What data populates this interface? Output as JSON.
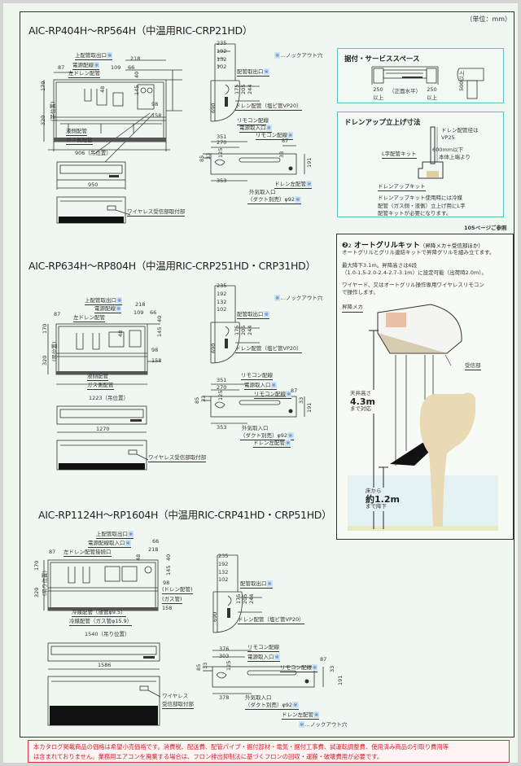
{
  "unit_label": "（単位：mm）",
  "knockout_note": "※…ノックアウト穴",
  "star": "※",
  "sections": [
    {
      "title": "AIC-RP404H〜RP564H（中温用RIC-CRP21HD）",
      "front": {
        "labels": {
          "top_pipe": "上配管取出口",
          "power": "電源配線",
          "left_drain": "左ドレン配管",
          "liquid": "液側配管",
          "gas": "ガス側配管",
          "hang": "(吊位置)"
        },
        "dims": {
          "d218": "218",
          "d109": "109",
          "d66": "66",
          "d87": "87",
          "d40": "40",
          "d145": "145",
          "d48": "48",
          "d98": "98",
          "d158": "158",
          "d170": "170",
          "d320": "320",
          "hang_width": "906（吊位置）"
        }
      },
      "width_view": {
        "width": "950"
      },
      "bottom_view": {
        "wireless_label": "ワイヤレス受信部取付部"
      },
      "side": {
        "dims": {
          "d235": "235",
          "d192": "192",
          "d132": "132",
          "d102": "102",
          "d175": "175",
          "d205": "205",
          "d244": "244",
          "d690": "690"
        },
        "labels": {
          "pipe_outlet": "配管取出口",
          "drain": "ドレン配管（塩ビ管VP20）"
        }
      },
      "top": {
        "dims": {
          "d351": "351",
          "d270": "270",
          "d125": "125",
          "d85": "85",
          "d33a": "33",
          "d87": "87",
          "d33b": "33",
          "d191": "191",
          "d353": "353"
        },
        "labels": {
          "remote": "リモコン配線",
          "power_in": "電源取入口",
          "remote2": "リモコン配線",
          "drain_left": "ドレン左配管",
          "air_in": "外気取入口",
          "duct": "（ダクト別売）φ92"
        }
      }
    },
    {
      "title": "AIC-RP634H〜RP804H（中温用RIC-CRP251HD・CRP31HD）",
      "front": {
        "labels": {
          "top_pipe": "上配管取出口",
          "power": "電源配線",
          "left_drain": "左ドレン配管",
          "liquid": "液側配管",
          "gas": "ガス側配管",
          "hang": "(吊位置)"
        },
        "dims": {
          "d218": "218",
          "d109": "109",
          "d66": "66",
          "d87": "87",
          "d40": "40",
          "d145": "145",
          "d48": "48",
          "d98": "98",
          "d158": "158",
          "d170": "170",
          "d320": "320",
          "hang_width": "1223（吊位置）"
        }
      },
      "width_view": {
        "width": "1270"
      },
      "bottom_view": {
        "wireless_label": "ワイヤレス受信部取付部"
      },
      "side": {
        "dims": {
          "d235": "235",
          "d192": "192",
          "d132": "132",
          "d102": "102",
          "d175": "175",
          "d205": "205",
          "d244": "244",
          "d690": "690"
        },
        "labels": {
          "pipe_outlet": "配管取出口",
          "drain": "ドレン配管（塩ビ管VP20）"
        }
      },
      "top": {
        "dims": {
          "d351": "351",
          "d270": "270",
          "d125": "125",
          "d85": "85",
          "d33a": "33",
          "d87": "87",
          "d33b": "33",
          "d191": "191",
          "d353": "353"
        },
        "labels": {
          "remote": "リモコン配線",
          "power_in": "電源取入口",
          "remote2": "リモコン配線",
          "drain_left": "ドレン左配管",
          "air_in": "外気取入口",
          "duct": "（ダクト別売）φ92"
        }
      }
    },
    {
      "title": "AIC-RP1124H〜RP1604H（中温用RIC-CRP41HD・CRP51HD）",
      "front": {
        "labels": {
          "top_pipe": "上配管取出口",
          "power": "電源配線取入口",
          "left_drain": "左ドレン配管接続口",
          "drain": "(ドレン配管)",
          "gas_pipe": "(ガス管)",
          "liquid": "冷媒配管（液管φ9.5）",
          "gas": "冷媒配管（ガス管φ15.9）",
          "hang": "(吊り位置)"
        },
        "dims": {
          "d66": "66",
          "d218": "218",
          "d87": "87",
          "d48": "48",
          "d40": "40",
          "d145": "145",
          "d98": "98",
          "d158": "158",
          "d170": "170",
          "d320": "320",
          "hang_width": "1540（吊り位置）"
        }
      },
      "width_view": {
        "width": "1586"
      },
      "bottom_view": {
        "wireless_label_1": "ワイヤレス",
        "wireless_label_2": "受信部取付部"
      },
      "side": {
        "dims": {
          "d235": "235",
          "d192": "192",
          "d132": "132",
          "d102": "102",
          "d175": "175",
          "d205": "205",
          "d244": "244",
          "d690": "690"
        },
        "labels": {
          "pipe_outlet": "配管取出口",
          "drain": "ドレン配管（塩ビ管VP20）"
        }
      },
      "top": {
        "dims": {
          "d376": "376",
          "d303": "303",
          "d125": "125",
          "d85": "85",
          "d33a": "33",
          "d87": "87",
          "d33b": "33",
          "d191": "191",
          "d378": "378"
        },
        "labels": {
          "remote": "リモコン配線",
          "power_in": "電源取入口",
          "remote2": "リモコン配線",
          "drain_left": "ドレン左配管",
          "air_in": "外気取入口",
          "duct": "（ダクト別売）φ92"
        }
      }
    }
  ],
  "install_box": {
    "title": "据付・サービススペース",
    "left": "250\n以上",
    "center": "（正面水平）",
    "right": "250\n以上",
    "side": "500以上"
  },
  "drain_box": {
    "title": "ドレンアップ立上げ寸法",
    "pipe_dia": "ドレン配管径は",
    "vp": "VP25",
    "height": "600mm以下",
    "from": "本体上端より",
    "l_kit": "L字配管キット",
    "drain_kit": "ドレンアップキット",
    "note": [
      "ドレンアップキット使用時には冷媒",
      "配管（ガス側・液側）立上げ用にL字",
      "配管キットが必要になります。"
    ]
  },
  "ref_page": "105ページご参照",
  "auto_grill": {
    "num": "❷",
    "sub_num": "2",
    "title": "オートグリルキット",
    "title_note": "（昇降メカ＋受信部ほか）",
    "line1": "オートグリルとグリル連結キットで昇降グリルを組み立てます。",
    "line2": "最大降下3.1m。昇降高さは6段",
    "line3": "（1.0-1.5-2.0-2.4-2.7-3.1m）に設定可能（出荷時2.0m）。",
    "line4": "ワイヤード、又はオートグリル操作専用ワイヤレスリモコン",
    "line5": "で操作します。",
    "mech_label": "昇降メカ",
    "receiver_label": "受信部",
    "ceiling_1": "天井高さ",
    "ceiling_2": "4.3m",
    "ceiling_3": "まで対応",
    "floor_1": "床から",
    "floor_2": "約1.2m",
    "floor_3": "まで降下"
  },
  "footer": {
    "line1": "本カタログ掲載商品の価格は希望小売価格です。消費税、配送費、配管パイプ・据付部材・電気・据付工事費、試運転調整費、使用済み商品の引取り費用等",
    "line2": "は含まれておりません。業務用エアコンを廃棄する場合は、フロン排出抑制法に基づくフロンの回収・運搬・破壊費用が必要です。"
  }
}
